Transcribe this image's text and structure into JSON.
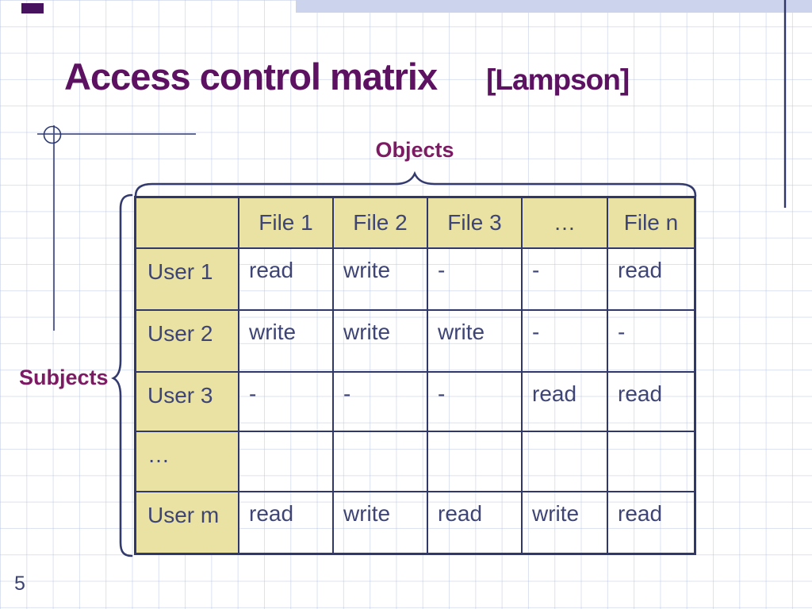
{
  "slide": {
    "title": "Access control matrix",
    "citation": "[Lampson]",
    "objects_label": "Objects",
    "subjects_label": "Subjects",
    "page_number": "5"
  },
  "matrix": {
    "columns": [
      "File 1",
      "File 2",
      "File 3",
      "…",
      "File n"
    ],
    "rows": [
      {
        "label": "User 1",
        "cells": [
          "read",
          "write",
          "-",
          "-",
          "read"
        ]
      },
      {
        "label": "User 2",
        "cells": [
          "write",
          "write",
          "write",
          "-",
          "-"
        ]
      },
      {
        "label": "User 3",
        "cells": [
          "-",
          "-",
          "-",
          "read",
          "read"
        ]
      },
      {
        "label": "…",
        "cells": [
          "",
          "",
          "",
          "",
          ""
        ]
      },
      {
        "label": "User m",
        "cells": [
          "read",
          "write",
          "read",
          "write",
          "read"
        ]
      }
    ]
  },
  "colors": {
    "title_purple": "#5c1161",
    "label_magenta": "#7c1b63",
    "table_border_navy": "#30386b",
    "table_text_navy": "#3e4574",
    "header_khaki": "#e9e2a2",
    "accent_lavender": "#ccd4ed",
    "accent_purple": "#47135f",
    "grid_line": "#b8c4e2"
  }
}
